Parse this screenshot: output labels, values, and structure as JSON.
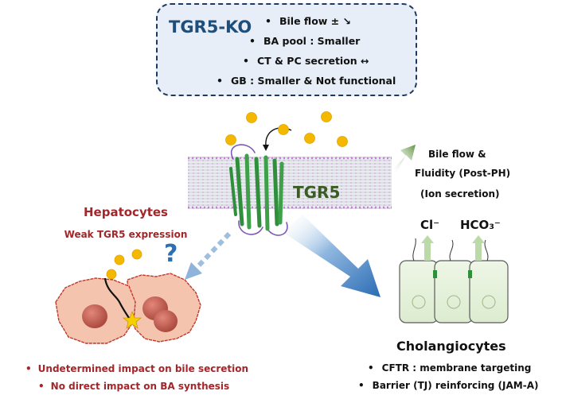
{
  "tgr5_ko": {
    "title": "TGR5-KO",
    "items": [
      "Bile flow ± ↘",
      "BA pool : Smaller",
      "CT & PC secretion ↔",
      "GB : Smaller & Not functional"
    ]
  },
  "receptor": {
    "label": "TGR5"
  },
  "hepatocytes": {
    "title": "Hepatocytes",
    "subtitle": "Weak TGR5 expression",
    "question": "?",
    "notes": [
      "Undetermined impact on bile secretion",
      "No direct impact on BA synthesis"
    ]
  },
  "bile_flow": {
    "lines": [
      "Bile flow &",
      "Fluidity (Post-PH)",
      "(Ion secretion)"
    ]
  },
  "ions": {
    "chloride": "Cl⁻",
    "bicarbonate": "HCO₃⁻"
  },
  "cholangiocytes": {
    "title": "Cholangiocytes",
    "items": [
      "CFTR : membrane targeting",
      "Barrier (TJ) reinforcing (JAM-A)"
    ]
  },
  "colors": {
    "ko_border": "#1e3a5f",
    "ko_title": "#1e4e79",
    "hepatocyte_text": "#a3262a",
    "bile_acid": "#f5b800",
    "arrow_blue": "#2e6fb0",
    "arrow_green": "#6a9a4a"
  }
}
